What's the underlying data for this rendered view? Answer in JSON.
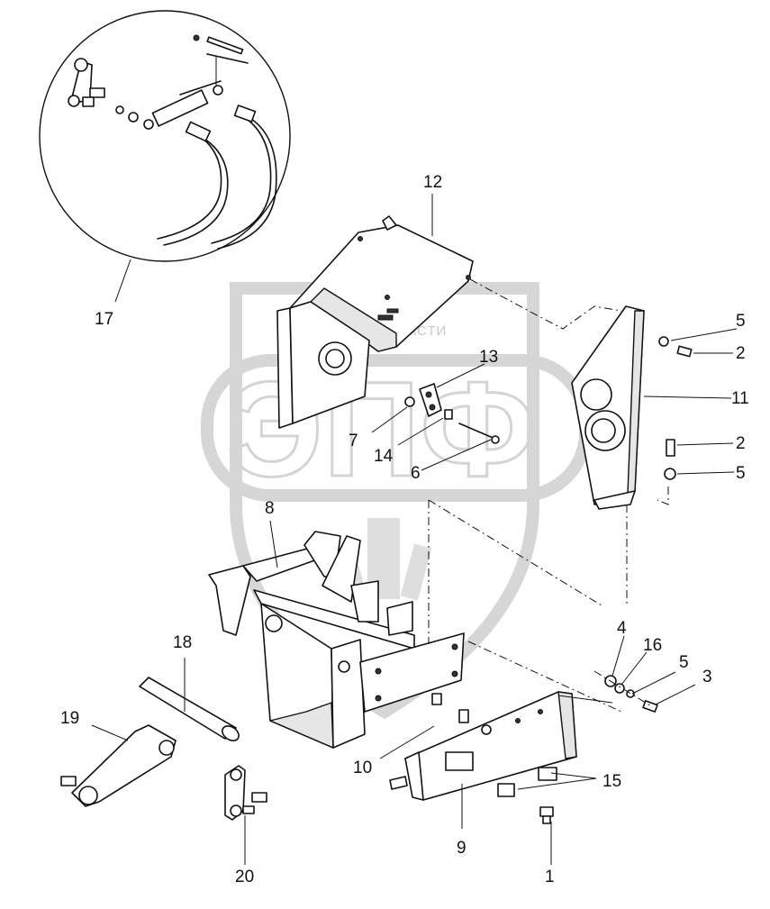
{
  "watermark": {
    "brand_letters": "ЭПФ",
    "tagline": "ТЕХНИКА И ЗАПЧАСТИ",
    "color": "#d4d4d4"
  },
  "callouts": {
    "c1": "1",
    "c2a": "2",
    "c2b": "2",
    "c3": "3",
    "c4": "4",
    "c5a": "5",
    "c5b": "5",
    "c5c": "5",
    "c6": "6",
    "c7": "7",
    "c8": "8",
    "c9": "9",
    "c10": "10",
    "c11": "11",
    "c12": "12",
    "c13": "13",
    "c14": "14",
    "c15": "15",
    "c16": "16",
    "c17": "17",
    "c18": "18",
    "c19": "19",
    "c20": "20"
  }
}
